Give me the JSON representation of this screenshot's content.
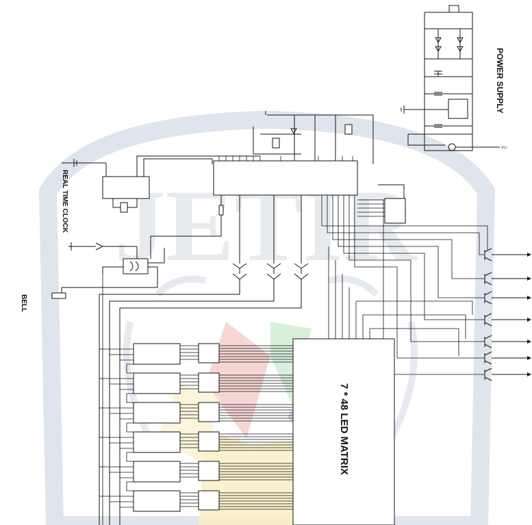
{
  "diagram": {
    "labels": {
      "power_supply": "POWER SUPPLY",
      "real_time_clock": "REAL TIME CLOCK",
      "bell": "BELL",
      "led_matrix": "7 * 48 LED MATRIX",
      "watermark": "JETIR"
    },
    "colors": {
      "ink": "#111111",
      "watermark": "#dfe5ec",
      "petal_red": "#f6d2cf",
      "petal_green": "#d3efd7",
      "petal_blue": "#cfd8f6",
      "petal_yellow": "#fbf0c7"
    },
    "components": {
      "driver_rows": 6,
      "transistor_rows": 7
    }
  }
}
